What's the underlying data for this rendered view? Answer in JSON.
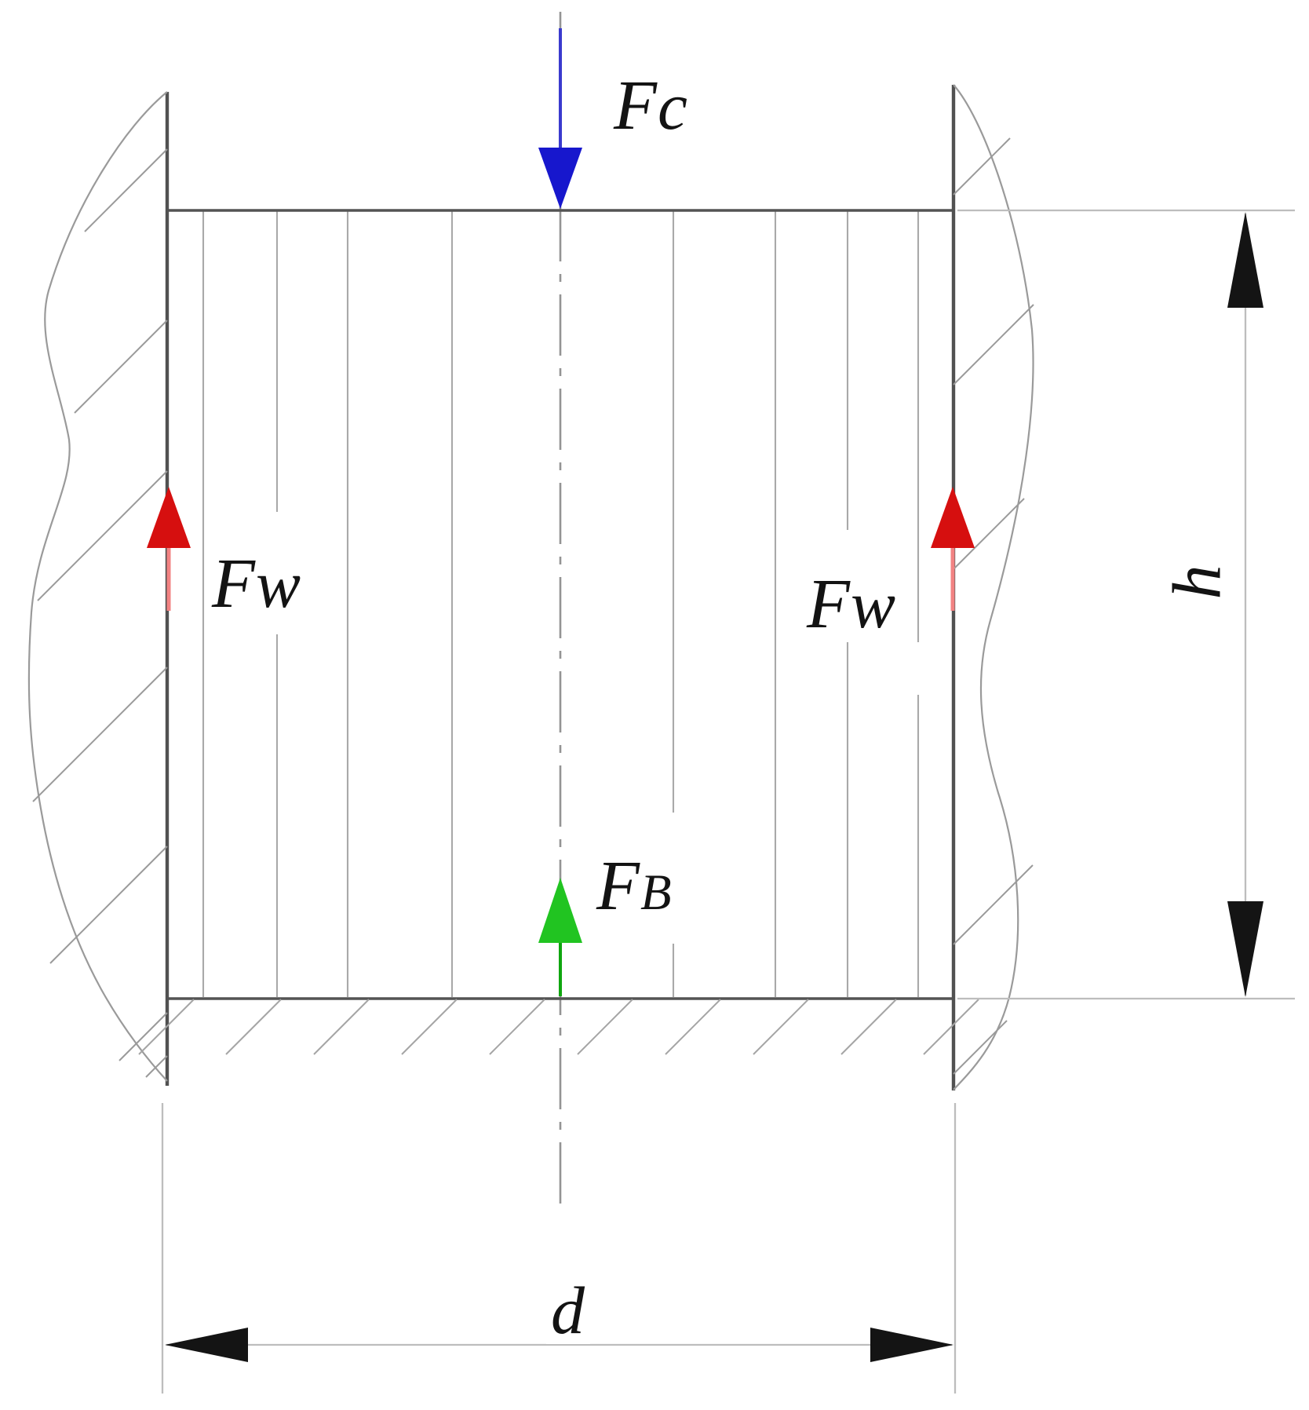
{
  "diagram": {
    "description": "Force balance diagram of a cylindrical plug between two walls",
    "labels": {
      "top_force": {
        "main": "F",
        "sub": "c"
      },
      "left_wall_force": {
        "main": "F",
        "sub": "w"
      },
      "right_wall_force": {
        "main": "F",
        "sub": "w"
      },
      "buoyant_force": {
        "main": "F",
        "sub": "B"
      },
      "height_dimension": "h",
      "diameter_dimension": "d"
    },
    "colors": {
      "top_force_head": "#1717cd",
      "top_force_shaft": "#3a3ace",
      "wall_force_head": "#d60f0f",
      "wall_force_shaft": "#f28282",
      "buoyant_force_head": "#21c421",
      "buoyant_force_shaft": "#0fa60f",
      "dimension_arrow": "#141414",
      "outline": "#545454",
      "thin_line": "#a9a9a9",
      "light_line": "#bdbdbd",
      "hatch_line": "#9a9a9a",
      "centerline": "#949494"
    }
  }
}
